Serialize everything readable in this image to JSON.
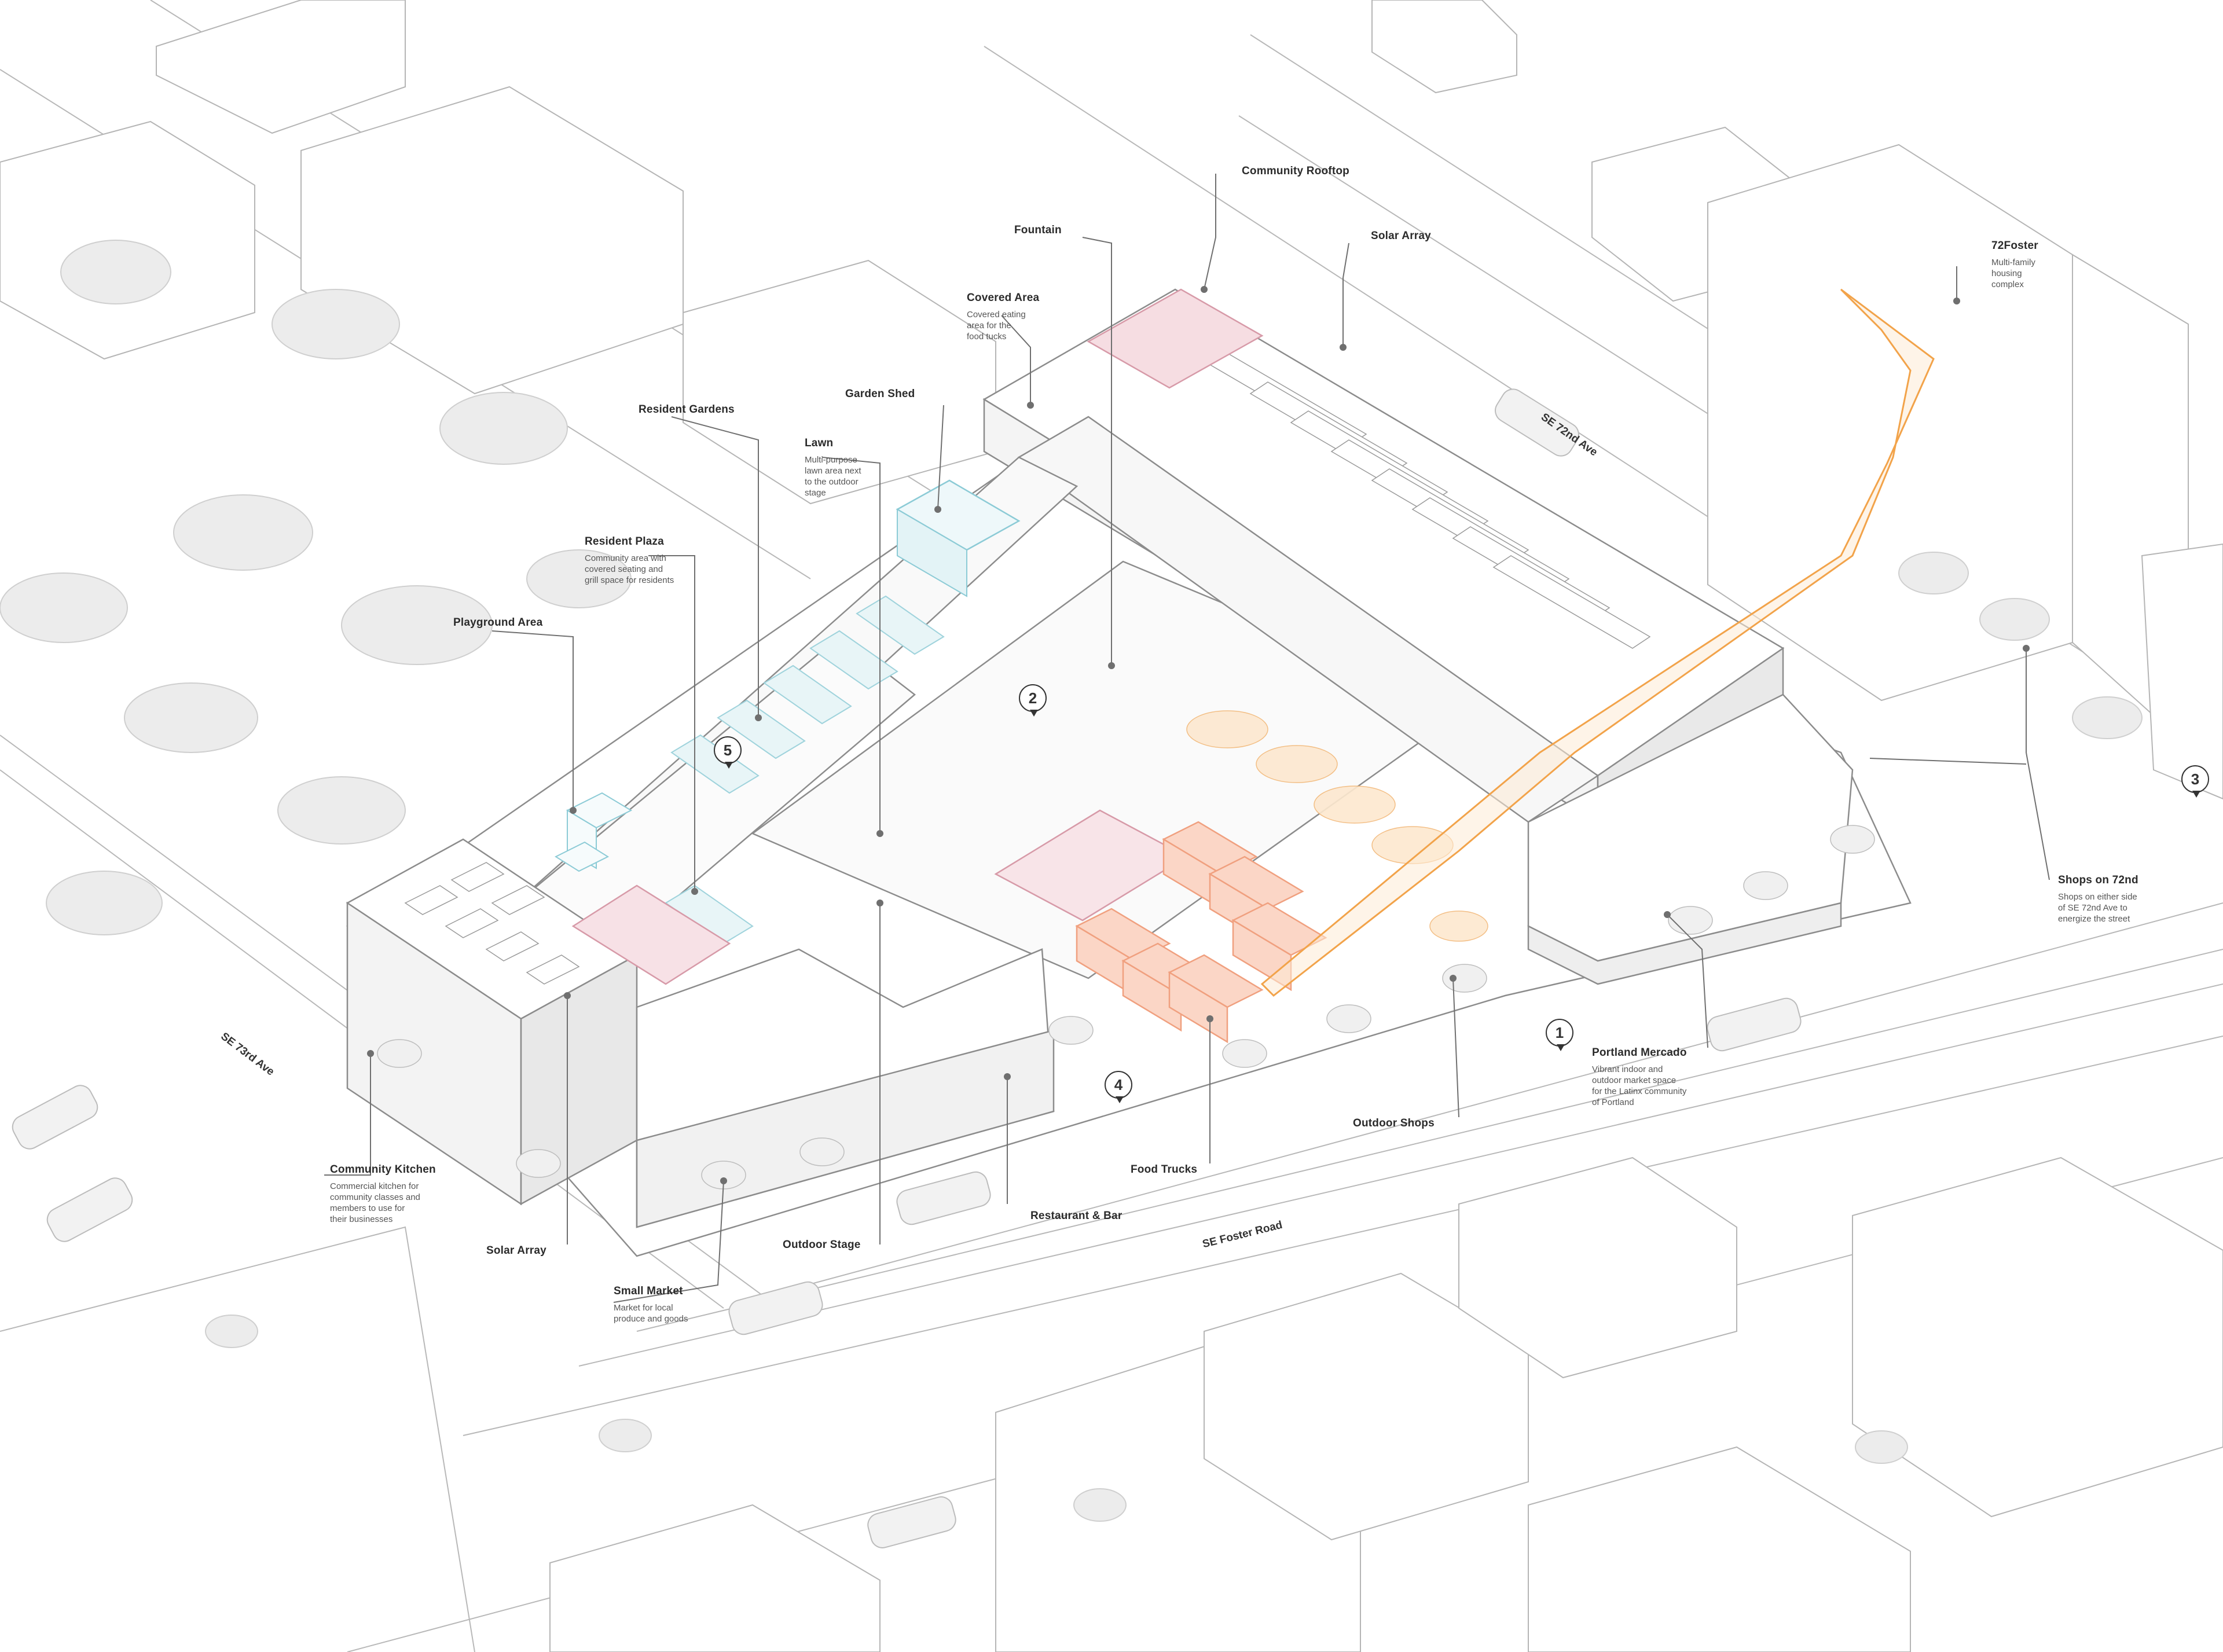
{
  "colors": {
    "line": "#9a9a9a",
    "line_dark": "#555555",
    "tree": "#d4d4d4",
    "orange": "#f2a34a",
    "orange_fill": "#fbd9b2",
    "salmon": "#f5b49a",
    "pink": "#e9b9c3",
    "blue": "#9fd3dc",
    "leader": "#6f6f6f"
  },
  "labels": {
    "community_rooftop": {
      "title": "Community Rooftop"
    },
    "fountain": {
      "title": "Fountain"
    },
    "solar_array_top": {
      "title": "Solar Array"
    },
    "covered_area": {
      "title": "Covered Area",
      "desc": [
        "Covered eating",
        "area for the",
        "food tucks"
      ]
    },
    "garden_shed": {
      "title": "Garden Shed"
    },
    "resident_gardens": {
      "title": "Resident Gardens"
    },
    "lawn": {
      "title": "Lawn",
      "desc": [
        "Multi-purpose",
        "lawn area next",
        "to the outdoor",
        "stage"
      ]
    },
    "resident_plaza": {
      "title": "Resident Plaza",
      "desc": [
        "Community area with",
        "covered seating and",
        "grill space for residents"
      ]
    },
    "playground_area": {
      "title": "Playground Area"
    },
    "foster72": {
      "title": "72Foster",
      "desc": [
        "Multi-family",
        "housing",
        "complex"
      ]
    },
    "shops_72nd": {
      "title": "Shops on 72nd",
      "desc": [
        "Shops on either side",
        "of SE 72nd Ave to",
        "energize the street"
      ]
    },
    "portland_mercado": {
      "title": "Portland Mercado",
      "desc": [
        "Vibrant indoor and",
        "outdoor market space",
        "for the Latinx community",
        "of Portland"
      ]
    },
    "outdoor_shops": {
      "title": "Outdoor Shops"
    },
    "food_trucks": {
      "title": "Food Trucks"
    },
    "restaurant_bar": {
      "title": "Restaurant & Bar"
    },
    "outdoor_stage": {
      "title": "Outdoor Stage"
    },
    "small_market": {
      "title": "Small Market",
      "desc": [
        "Market for local",
        "produce and goods"
      ]
    },
    "solar_array_bottom": {
      "title": "Solar Array"
    },
    "community_kitchen": {
      "title": "Community Kitchen",
      "desc": [
        "Commercial kitchen for",
        "community classes and",
        "members to use for",
        "their businesses"
      ]
    }
  },
  "streets": {
    "se72": "SE 72nd Ave",
    "se73": "SE 73rd Ave",
    "foster": "SE Foster Road"
  },
  "markers": [
    "1",
    "2",
    "3",
    "4",
    "5"
  ]
}
